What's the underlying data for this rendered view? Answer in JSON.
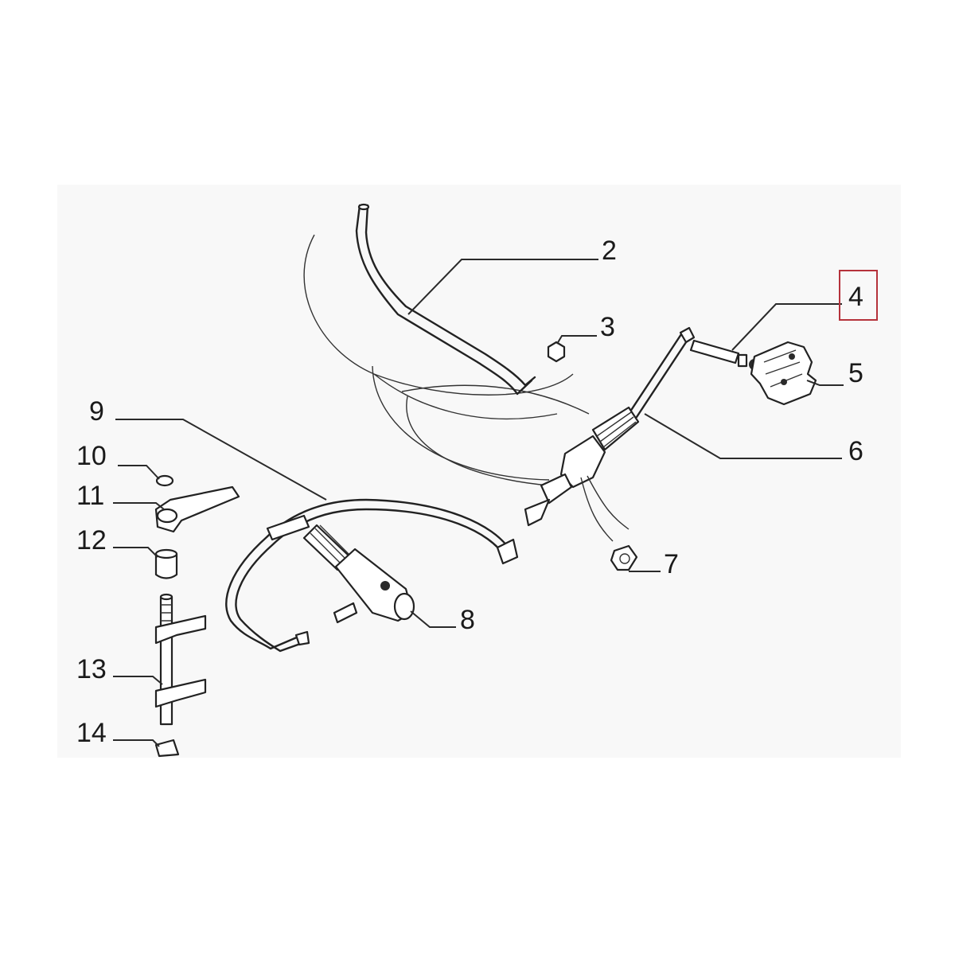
{
  "diagram": {
    "highlight_color": "#b5323b",
    "highlighted_part": "4",
    "parts": [
      {
        "id": "p2",
        "label": "2"
      },
      {
        "id": "p3",
        "label": "3"
      },
      {
        "id": "p4",
        "label": "4"
      },
      {
        "id": "p5",
        "label": "5"
      },
      {
        "id": "p6",
        "label": "6"
      },
      {
        "id": "p7",
        "label": "7"
      },
      {
        "id": "p8",
        "label": "8"
      },
      {
        "id": "p9",
        "label": "9"
      },
      {
        "id": "p10",
        "label": "10"
      },
      {
        "id": "p11",
        "label": "11"
      },
      {
        "id": "p12",
        "label": "12"
      },
      {
        "id": "p13",
        "label": "13"
      },
      {
        "id": "p14",
        "label": "14"
      }
    ]
  }
}
